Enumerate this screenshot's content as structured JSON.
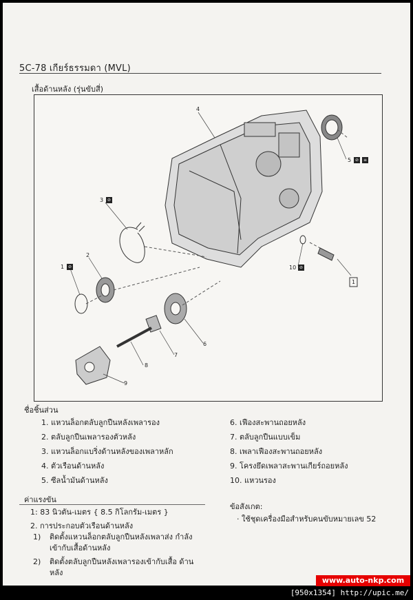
{
  "header": {
    "title": "5C-78 เกียร์ธรรมดา (MVL)"
  },
  "section": {
    "subtitle": "เสื้อด้านหลัง (รุ่นขับสี่)"
  },
  "figure": {
    "callouts": [
      "4",
      "5",
      "3",
      "1",
      "2",
      "6",
      "7",
      "8",
      "9",
      "10",
      "1"
    ]
  },
  "parts": {
    "title": "ชื่อชิ้นส่วน",
    "items": [
      "1.  แหวนล็อกตลับลูกปืนหลังเพลารอง",
      "2.  ตลับลูกปืนเพลารองตัวหลัง",
      "3.  แหวนล็อกแบริ่งด้านหลังของเพลาหลัก",
      "4.  ตัวเรือนด้านหลัง",
      "5.  ซีลน้ำมันด้านหลัง",
      "6.  เฟืองสะพานถอยหลัง",
      "7.  ตลับลูกปืนแบบเข็ม",
      "8.  เพลาเฟืองสะพานถอยหลัง",
      "9.  โครงยึดเพลาสะพานเกียร์ถอยหลัง",
      "10. แหวนรอง"
    ]
  },
  "torque": {
    "title": "ค่าแรงขัน",
    "value": "1: 83 นิวตัน-เมตร { 8.5 กิโลกรัม-เมตร }"
  },
  "assembly": {
    "step": "2.  การประกอบตัวเรือนด้านหลัง",
    "sub1_no": "1)",
    "sub1": "ติดตั้งแหวนล็อกตลับลูกปืนหลังเพลาส่ง กำลังเข้ากับเสื้อด้านหลัง",
    "sub2_no": "2)",
    "sub2": "ติดตั้งตลับลูกปืนหลังเพลารองเข้ากับเสื้อ ด้านหลัง"
  },
  "note": {
    "title": "ข้อสังเกต:",
    "item": "·   ใช้ชุดเครื่องมือสำหรับคนขับหมายเลข 52"
  },
  "banner": {
    "text": "www.auto-nkp.com"
  },
  "footer": {
    "text": "[950x1354] http://upic.me/"
  }
}
